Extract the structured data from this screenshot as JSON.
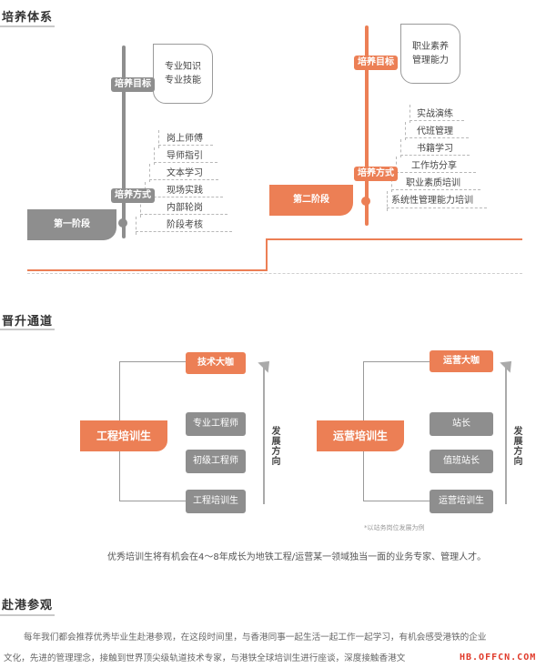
{
  "sections": {
    "training": "培养体系",
    "promotion": "晋升通道",
    "visit": "赴港参观"
  },
  "left_stage": {
    "goal_tag": "培养目标",
    "goal_text": "专业知识\n专业技能",
    "method_tag": "培养方式",
    "methods": [
      "岗上师傅",
      "导师指引",
      "文本学习",
      "现场实践",
      "内部轮岗",
      "阶段考核"
    ],
    "stage_label": "第一阶段"
  },
  "right_stage": {
    "goal_tag": "培养目标",
    "goal_text": "职业素养\n管理能力",
    "method_tag": "培养方式",
    "methods": [
      "实战演练",
      "代班管理",
      "书籍学习",
      "工作坊分享",
      "职业素质培训",
      "系统性管理能力培训"
    ],
    "stage_label": "第二阶段"
  },
  "eng_path": {
    "main": "工程培训生",
    "top": "技术大咖",
    "steps": [
      "专业工程师",
      "初级工程师",
      "工程培训生"
    ],
    "direction": "发展方向"
  },
  "ops_path": {
    "main": "运营培训生",
    "top": "运营大咖",
    "steps": [
      "站长",
      "值班站长",
      "运营培训生"
    ],
    "direction": "发展方向",
    "note": "*以站务岗位发展为例"
  },
  "promotion_caption": "优秀培训生将有机会在4～8年成长为地铁工程/运营某一领域独当一面的业务专家、管理人才。",
  "visit_text": {
    "line1": "每年我们都会推荐优秀毕业生赴港参观，在这段时间里，与香港同事一起生活一起工作一起学习，有机会感受港铁的企业",
    "line2": "文化，先进的管理理念，接触到世界顶尖级轨道技术专家，与港铁全球培训生进行座谈，深度接触香港文"
  },
  "watermark": "HB.OFFCN.COM",
  "colors": {
    "accent": "#ec7f55",
    "gray": "#8e8e8e"
  }
}
